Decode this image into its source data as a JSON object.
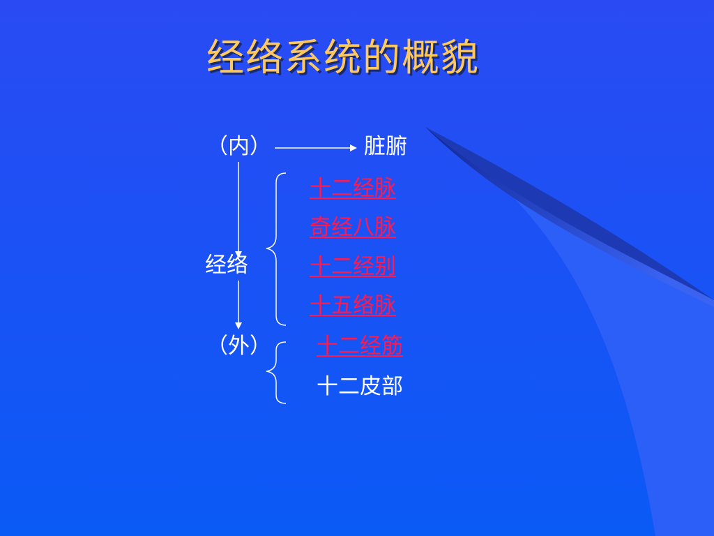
{
  "slide": {
    "title": "经络系统的概貌",
    "accent_color": "#fec860",
    "link_color": "#ff1a4e",
    "background_color": "#1f5cf6"
  },
  "diagram": {
    "inner": "（内）",
    "zangfu": "脏腑",
    "jingluo": "经络",
    "outer": "（外）",
    "inner_group": [
      "十二经脉",
      "奇经八脉",
      "十二经别",
      "十五络脉"
    ],
    "outer_group": [
      "十二经筋",
      "十二皮部"
    ]
  }
}
